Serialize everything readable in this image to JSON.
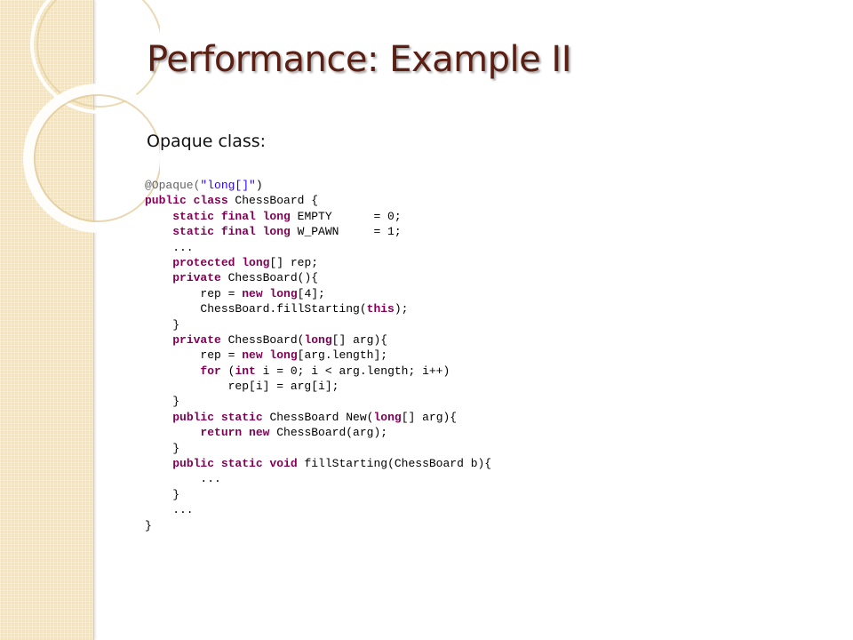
{
  "slide": {
    "title": "Performance: Example II",
    "subtitle": "Opaque class:"
  },
  "code_lines": [
    [
      {
        "t": "@Opaque(",
        "c": "ann"
      },
      {
        "t": "\"long[]\"",
        "c": "str"
      },
      {
        "t": ")",
        "c": ""
      }
    ],
    [
      {
        "t": "public class",
        "c": "kw"
      },
      {
        "t": " ChessBoard {",
        "c": ""
      }
    ],
    [
      {
        "t": "    ",
        "c": ""
      },
      {
        "t": "static final long",
        "c": "kw"
      },
      {
        "t": " EMPTY      = 0;",
        "c": ""
      }
    ],
    [
      {
        "t": "    ",
        "c": ""
      },
      {
        "t": "static final long",
        "c": "kw"
      },
      {
        "t": " W_PAWN     = 1;",
        "c": ""
      }
    ],
    [
      {
        "t": "    ...",
        "c": ""
      }
    ],
    [
      {
        "t": "    ",
        "c": ""
      },
      {
        "t": "protected long",
        "c": "kw"
      },
      {
        "t": "[] rep;",
        "c": ""
      }
    ],
    [
      {
        "t": "    ",
        "c": ""
      },
      {
        "t": "private",
        "c": "kw"
      },
      {
        "t": " ChessBoard(){",
        "c": ""
      }
    ],
    [
      {
        "t": "        rep = ",
        "c": ""
      },
      {
        "t": "new long",
        "c": "kw"
      },
      {
        "t": "[4];",
        "c": ""
      }
    ],
    [
      {
        "t": "        ChessBoard.fillStarting(",
        "c": ""
      },
      {
        "t": "this",
        "c": "kw"
      },
      {
        "t": ");",
        "c": ""
      }
    ],
    [
      {
        "t": "    }",
        "c": ""
      }
    ],
    [
      {
        "t": "    ",
        "c": ""
      },
      {
        "t": "private",
        "c": "kw"
      },
      {
        "t": " ChessBoard(",
        "c": ""
      },
      {
        "t": "long",
        "c": "kw"
      },
      {
        "t": "[] arg){",
        "c": ""
      }
    ],
    [
      {
        "t": "        rep = ",
        "c": ""
      },
      {
        "t": "new long",
        "c": "kw"
      },
      {
        "t": "[arg.length];",
        "c": ""
      }
    ],
    [
      {
        "t": "        ",
        "c": ""
      },
      {
        "t": "for",
        "c": "kw"
      },
      {
        "t": " (",
        "c": ""
      },
      {
        "t": "int",
        "c": "kw"
      },
      {
        "t": " i = 0; i < arg.length; i++)",
        "c": ""
      }
    ],
    [
      {
        "t": "            rep[i] = arg[i];",
        "c": ""
      }
    ],
    [
      {
        "t": "    }",
        "c": ""
      }
    ],
    [
      {
        "t": "    ",
        "c": ""
      },
      {
        "t": "public static",
        "c": "kw"
      },
      {
        "t": " ChessBoard New(",
        "c": ""
      },
      {
        "t": "long",
        "c": "kw"
      },
      {
        "t": "[] arg){",
        "c": ""
      }
    ],
    [
      {
        "t": "        ",
        "c": ""
      },
      {
        "t": "return new",
        "c": "kw"
      },
      {
        "t": " ChessBoard(arg);",
        "c": ""
      }
    ],
    [
      {
        "t": "    }",
        "c": ""
      }
    ],
    [
      {
        "t": "    ",
        "c": ""
      },
      {
        "t": "public static void",
        "c": "kw"
      },
      {
        "t": " fillStarting(ChessBoard b){",
        "c": ""
      }
    ],
    [
      {
        "t": "        ...",
        "c": ""
      }
    ],
    [
      {
        "t": "    }",
        "c": ""
      }
    ],
    [
      {
        "t": "    ...",
        "c": ""
      }
    ],
    [
      {
        "t": "}",
        "c": ""
      }
    ]
  ],
  "theme": {
    "title_color": "#5a1e12",
    "strip_color": "#f6e4b8",
    "keyword_color": "#7f0055",
    "string_color": "#2a00ff",
    "annotation_color": "#646464"
  }
}
